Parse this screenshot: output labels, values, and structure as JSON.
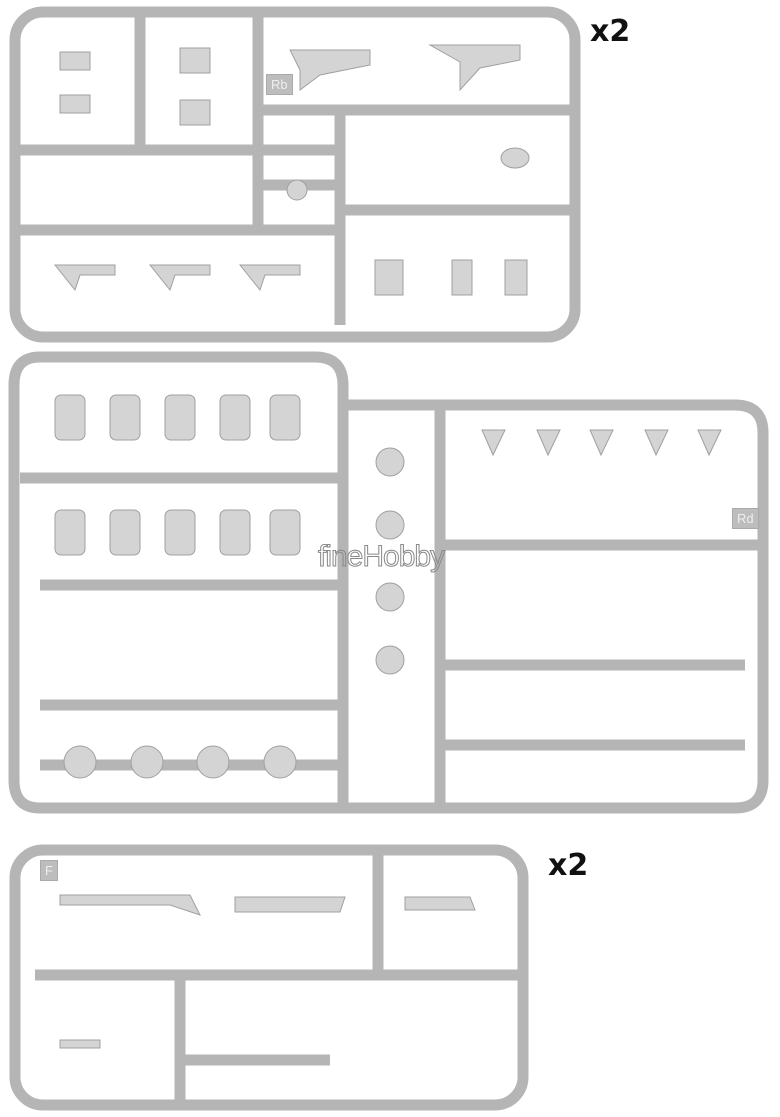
{
  "sprues": [
    {
      "letter": "Rb",
      "multiplier": "x2"
    },
    {
      "letter": "Rd",
      "multiplier": ""
    },
    {
      "letter": "F",
      "multiplier": "x2"
    }
  ],
  "watermark": "fineHobby",
  "colors": {
    "plastic": "#d9d9d9",
    "edge": "#a9a9a9",
    "background": "#ffffff"
  }
}
